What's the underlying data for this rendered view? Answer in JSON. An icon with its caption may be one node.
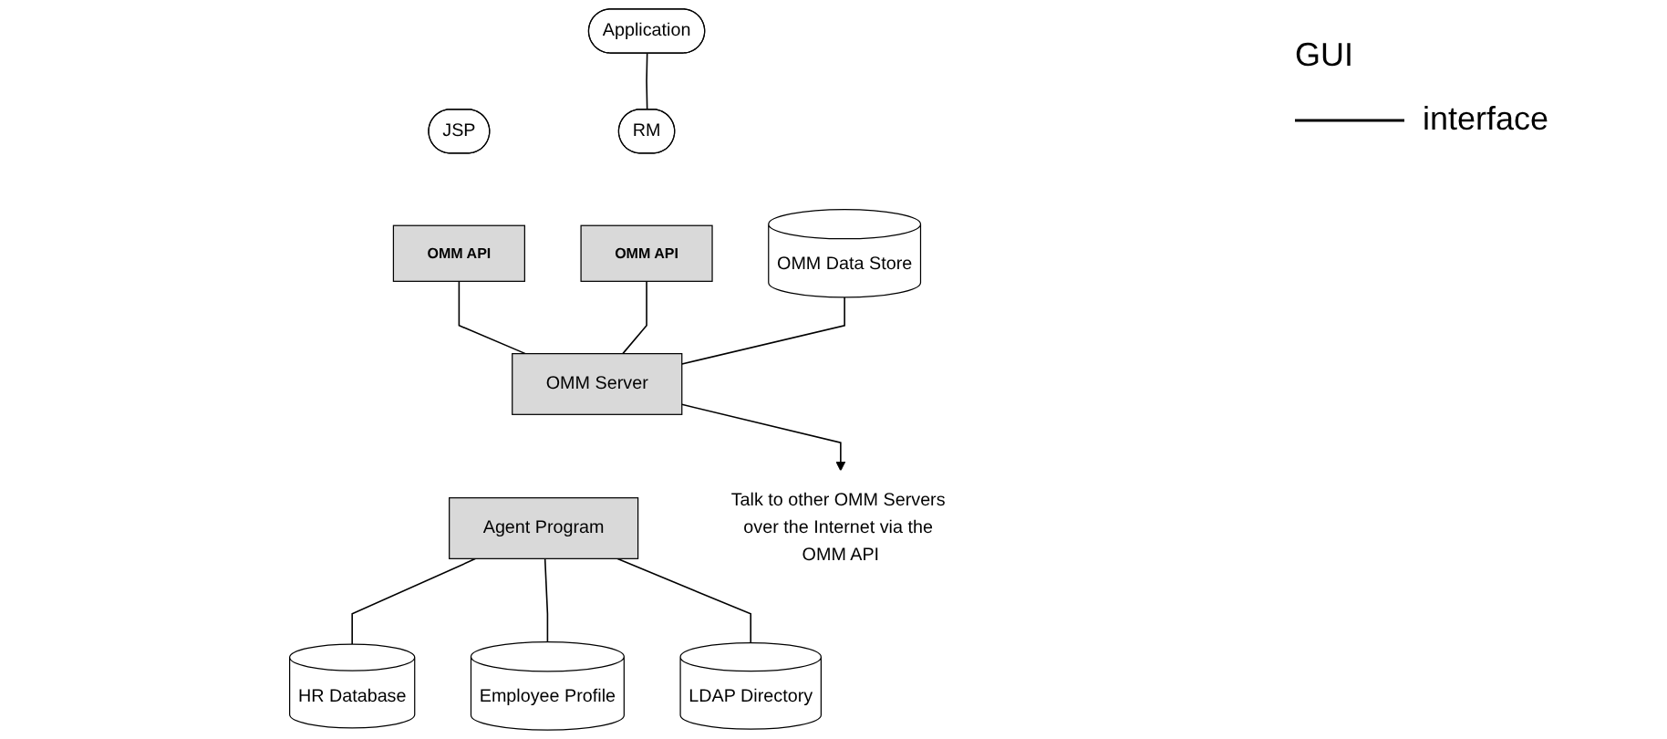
{
  "diagram": {
    "nodes": [
      {
        "text": [
          "Application"
        ]
      },
      {
        "text": [
          "JSP"
        ]
      },
      {
        "text": [
          "RM"
        ]
      },
      {
        "text": [
          "OMM API"
        ]
      },
      {
        "text": [
          "OMM API"
        ]
      },
      {
        "text": [
          "OMM Server"
        ]
      },
      {
        "text": [
          "Agent Program"
        ]
      },
      {
        "text": [
          "OMM Data Store"
        ]
      },
      {
        "text": [
          "HR Database"
        ]
      },
      {
        "text": [
          "Employee Profile"
        ]
      },
      {
        "text": [
          "LDAP Directory"
        ]
      },
      {
        "text": [
          "Talk to other OMM Servers over the Internet via the OMM API"
        ]
      }
    ],
    "edges": [
      {
        "from": 0,
        "to": 2,
        "arrow": "none"
      },
      {
        "from": 3,
        "to": 5,
        "arrow": "none"
      },
      {
        "from": 4,
        "to": 5,
        "arrow": "none"
      },
      {
        "from": 7,
        "to": 5,
        "arrow": "none"
      },
      {
        "from": 5,
        "to": 11,
        "arrow": "to"
      },
      {
        "from": 6,
        "to": 8,
        "arrow": "none"
      },
      {
        "from": 6,
        "to": 9,
        "arrow": "none"
      },
      {
        "from": 6,
        "to": 10,
        "arrow": "none"
      }
    ],
    "labels": [
      "GUI"
    ],
    "legend": [
      {
        "text": "interface"
      }
    ]
  }
}
